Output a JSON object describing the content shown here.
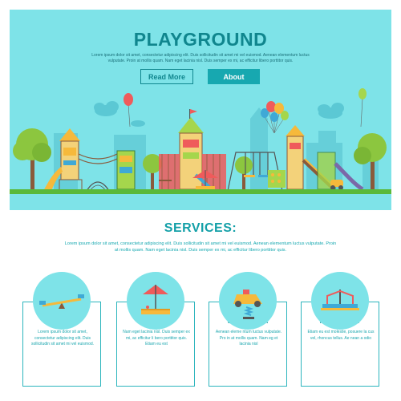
{
  "hero": {
    "title": "PLAYGROUND",
    "subtitle": "Lorem ipsum dolor sit amet, consectetur adipiscing elit. Duis sollicitudin sit amet mi vel euismod. Aenean elementum luctus vulputate. Proin at mollis quam. Nam eget lacinia nisl. Duis semper ex mi, ac efficitur libero porttitor quis.",
    "read_more_label": "Read More",
    "about_label": "About"
  },
  "services": {
    "title": "SERVICES:",
    "description": "Lorem ipsum dolor sit amet, consectetur adipiscing elit. Duis sollicitudin sit amet mi vel euismod. Aenean elementum luctus vulputate. Proin at mollis quam. Nam eget lacinia nisl. Duis semper ex mi, ac efficitur libero porttitor quis.",
    "cards": [
      {
        "title": "SEESAW",
        "text": "Lorem ipsum dolor sit amet, consectetur adipiscing elit. Duis sollicitudin sit amet mi vel euismod."
      },
      {
        "title": "SANDBOX",
        "text": "Nam eget lacinia nisl. Duis semper ex mi, ac efficitur li bero porttitor quis. Etiam eu est"
      },
      {
        "title": "SPRING RIDER",
        "text": "Aenean eleme ntum luctus vulputate. Pro in at mollis quam. Nam eg et lacinia nisl"
      },
      {
        "title": "ROUNDABOUT",
        "text": "Etiam eu est molestie, posuere la cus vel, rhoncus tellus. Ae nean a odio"
      }
    ]
  },
  "colors": {
    "accent": "#10868e",
    "hero_bg": "#7ee3e8",
    "button_fill": "#17a8b0"
  }
}
